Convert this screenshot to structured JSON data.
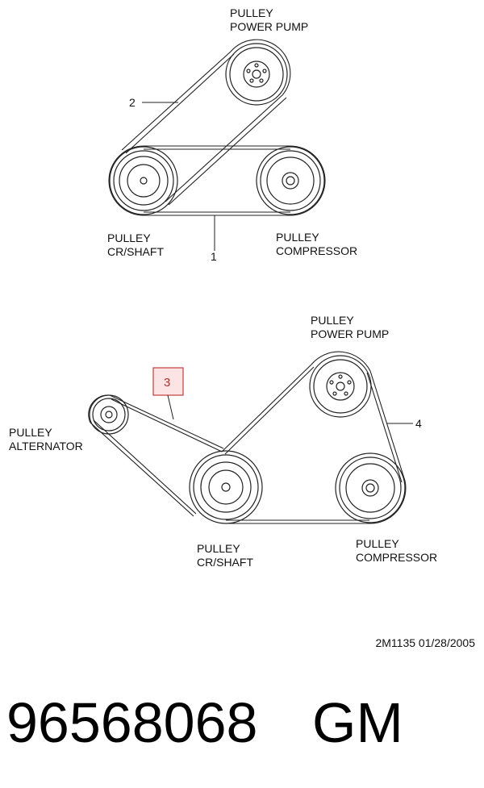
{
  "top": {
    "power_pump": [
      "PULLEY",
      "POWER  PUMP"
    ],
    "crankshaft": [
      "PULLEY",
      "CR/SHAFT"
    ],
    "compressor": [
      "PULLEY",
      "COMPRESSOR"
    ],
    "callout_1": "1",
    "callout_2": "2"
  },
  "bottom": {
    "power_pump": [
      "PULLEY",
      "POWER  PUMP"
    ],
    "alternator": [
      "PULLEY",
      "ALTERNATOR"
    ],
    "crankshaft": [
      "PULLEY",
      "CR/SHAFT"
    ],
    "compressor": [
      "PULLEY",
      "COMPRESSOR"
    ],
    "callout_3": "3",
    "callout_4": "4"
  },
  "drawing_code": "2M1135  01/28/2005",
  "part_number": "96568068",
  "brand": "GM",
  "colors": {
    "highlight_fill": "#fde4e4",
    "highlight_stroke": "#c43c3c"
  }
}
